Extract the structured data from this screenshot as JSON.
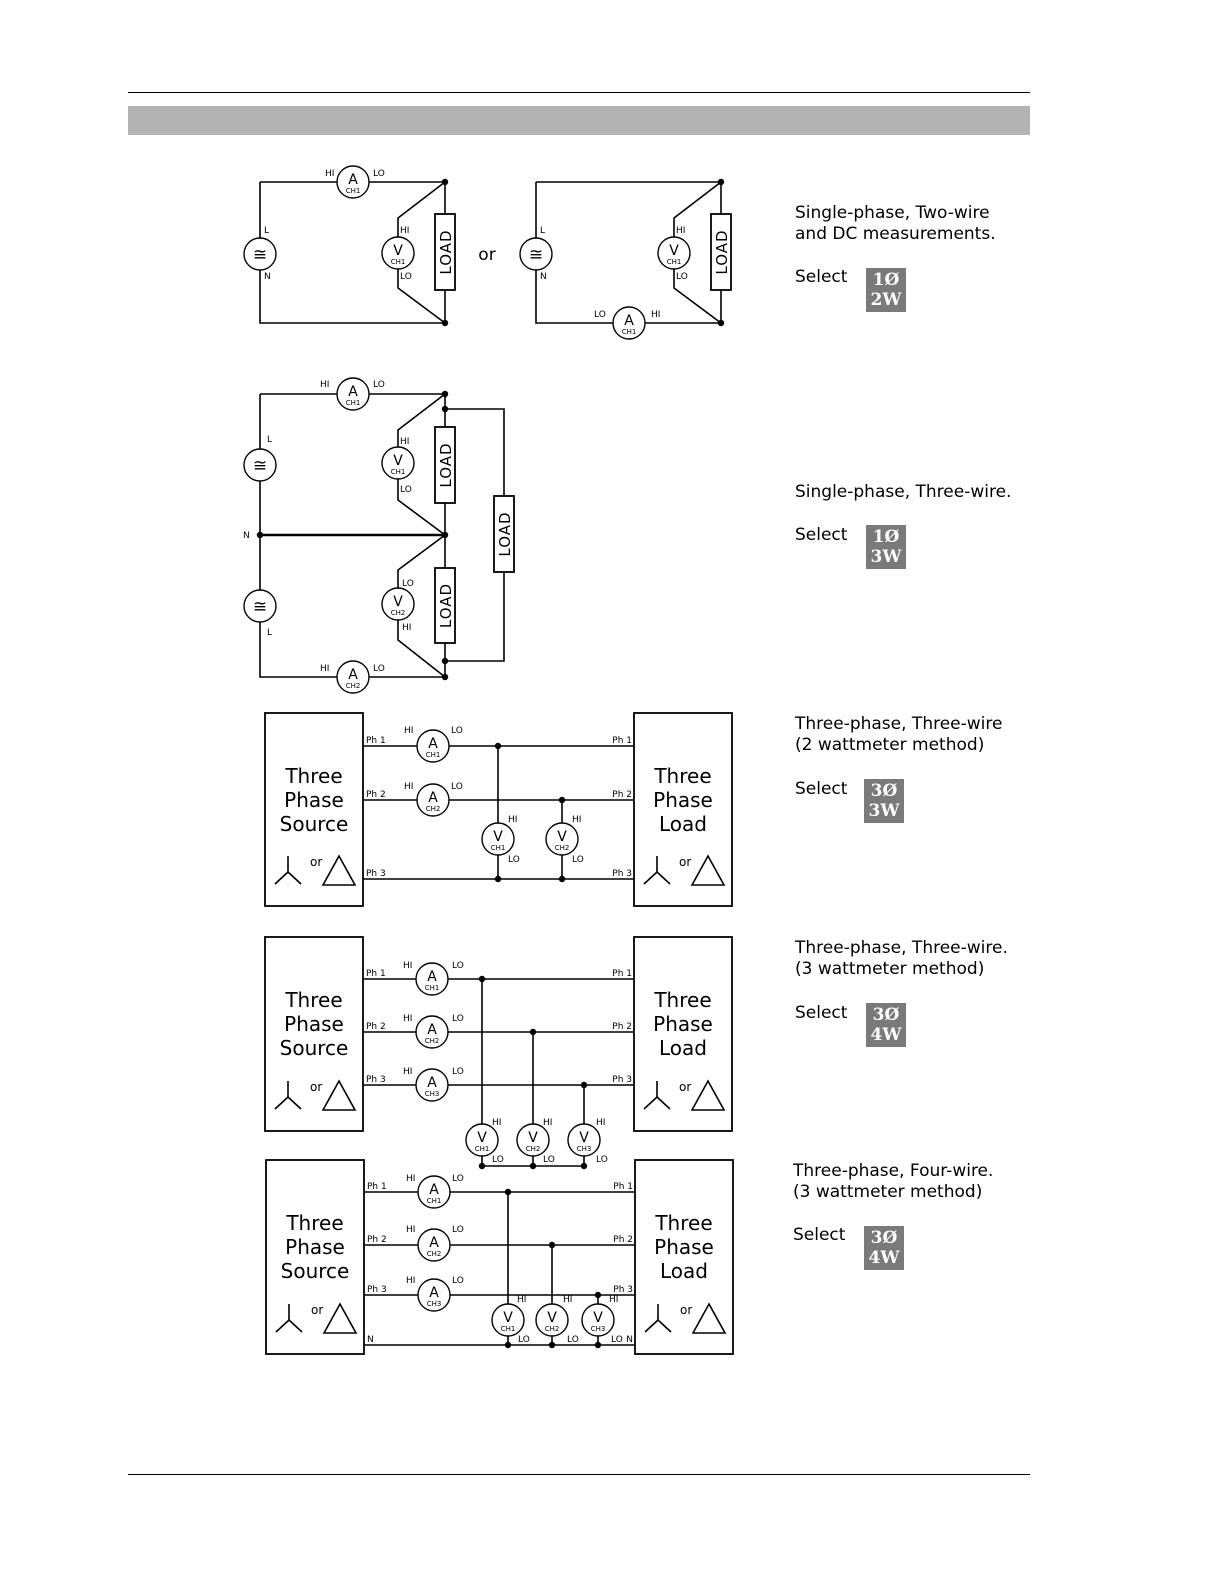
{
  "labels": {
    "hi": "HI",
    "lo": "LO",
    "l": "L",
    "n": "N",
    "ammeter": "A",
    "voltmeter": "V",
    "ch1": "CH1",
    "ch2": "CH2",
    "ch3": "CH3",
    "load": "LOAD",
    "or": "or",
    "source_symbol": "≅",
    "ph1": "Ph 1",
    "ph2": "Ph 2",
    "ph3": "Ph 3",
    "neutral": "N",
    "three_phase_source": [
      "Three",
      "Phase",
      "Source"
    ],
    "three_phase_load": [
      "Three",
      "Phase",
      "Load"
    ]
  },
  "configurations": [
    {
      "description": "Single-phase, Two-wire\nand DC measurements.",
      "select_label": "Select",
      "mode": [
        "1Ø",
        "2W"
      ]
    },
    {
      "description": "Single-phase, Three-wire.",
      "select_label": "Select",
      "mode": [
        "1Ø",
        "3W"
      ]
    },
    {
      "description": "Three-phase, Three-wire\n(2 wattmeter method)",
      "select_label": "Select",
      "mode": [
        "3Ø",
        "3W"
      ]
    },
    {
      "description": "Three-phase, Three-wire.\n(3 wattmeter method)",
      "select_label": "Select",
      "mode": [
        "3Ø",
        "4W"
      ]
    },
    {
      "description": "Three-phase, Four-wire.\n(3 wattmeter method)",
      "select_label": "Select",
      "mode": [
        "3Ø",
        "4W"
      ]
    }
  ],
  "colors": {
    "header_band": "#b3b3b3",
    "badge": "#7a7a7a"
  }
}
